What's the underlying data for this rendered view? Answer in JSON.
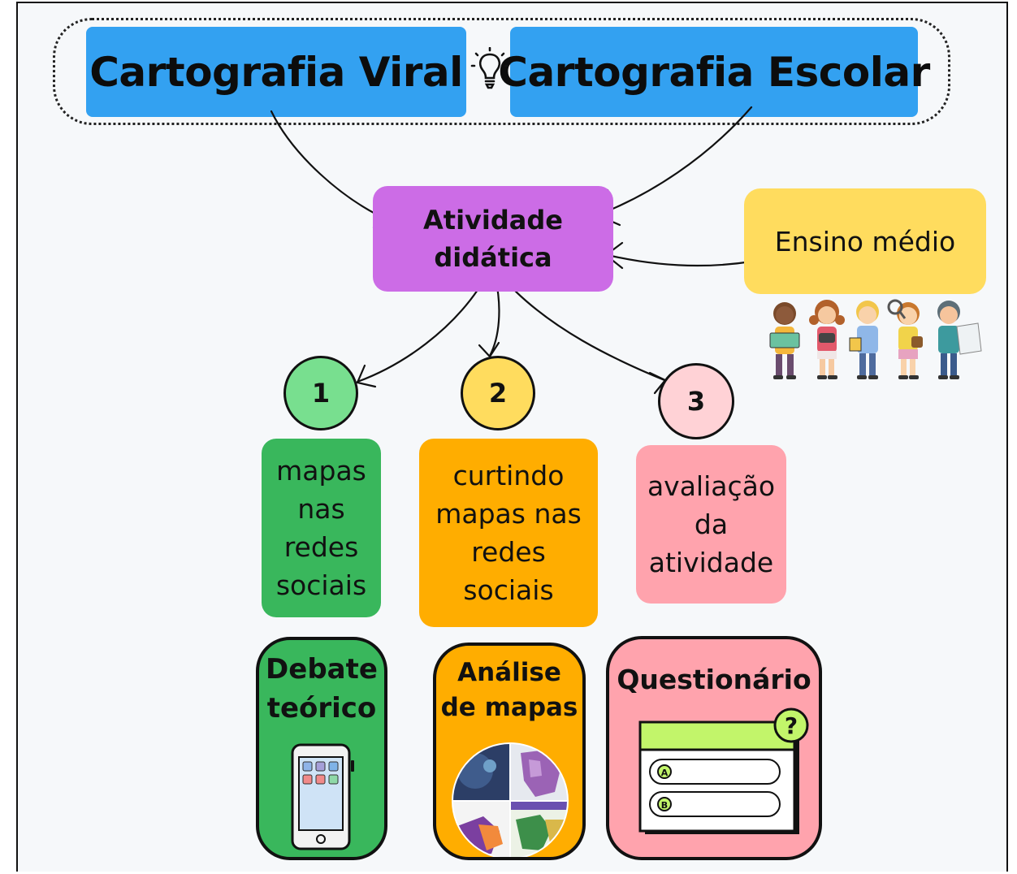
{
  "header": {
    "left_title": "Cartografia Viral",
    "right_title": "Cartografia Escolar"
  },
  "center": {
    "line1": "Atividade",
    "line2": "didática"
  },
  "audience": {
    "label": "Ensino médio"
  },
  "steps": [
    {
      "number": "1",
      "lines": [
        "mapas",
        "nas",
        "redes",
        "sociais"
      ]
    },
    {
      "number": "2",
      "lines": [
        "curtindo",
        "mapas nas",
        "redes",
        "sociais"
      ]
    },
    {
      "number": "3",
      "lines": [
        "avaliação",
        "da",
        "atividade"
      ]
    }
  ],
  "methods": [
    {
      "lines": [
        "Debate",
        "teórico"
      ],
      "icon": "smartphone-icon"
    },
    {
      "lines": [
        "Análise",
        "de mapas"
      ],
      "icon": "map-collage-icon"
    },
    {
      "lines": [
        "Questionário"
      ],
      "icon": "quiz-form-icon"
    }
  ],
  "quiz": {
    "badge": "?",
    "options": [
      "A",
      "B"
    ]
  },
  "colors": {
    "title_blue": "#33a1f1",
    "purple": "#cc6ce6",
    "yellow": "#ffdc5e",
    "green_light": "#78df8f",
    "green": "#39b75c",
    "orange": "#ffad00",
    "pink": "#ffa3ad",
    "pink_light": "#ffd2d6"
  }
}
